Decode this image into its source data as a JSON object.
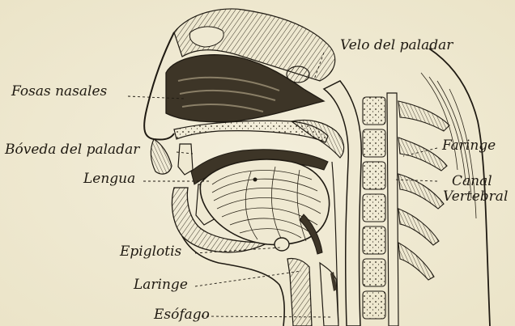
{
  "labels": {
    "velo": "Velo del paladar",
    "fosas": "Fosas nasales",
    "boveda": "Bóveda del paladar",
    "lengua": "Lengua",
    "faringe": "Faringe",
    "canal_line1": "Canal",
    "canal_line2": "Vertebral",
    "epiglotis": "Epiglotis",
    "laringe": "Laringe",
    "esofago": "Esófago"
  },
  "colors": {
    "ink": "#1f1a12",
    "paper": "#efe9d2",
    "dark_fill": "#3d3527",
    "mid_fill": "#8a7f67"
  }
}
